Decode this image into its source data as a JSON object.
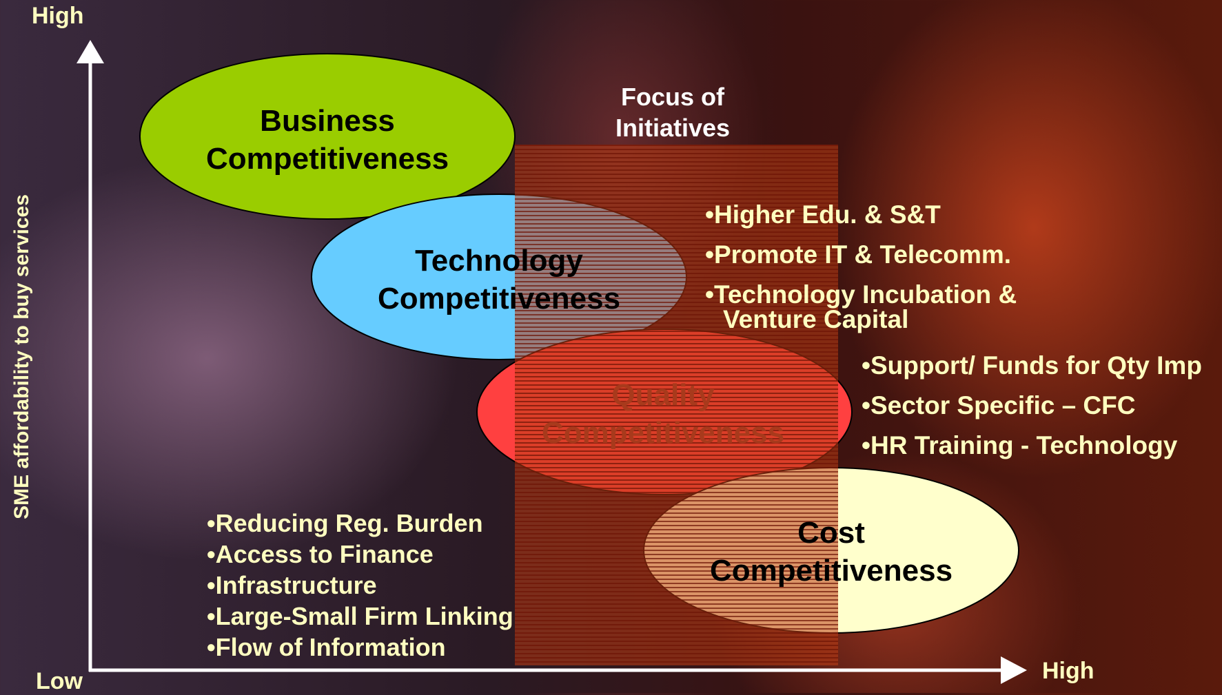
{
  "axes": {
    "y_high": "High",
    "y_low": "Low",
    "x_high": "High",
    "y_title": "SME affordability to buy services"
  },
  "ellipses": [
    {
      "line1": "Business",
      "line2": "Competitiveness",
      "color": "#9acd00"
    },
    {
      "line1": "Technology",
      "line2": "Competitiveness",
      "color": "#66ccff"
    },
    {
      "line1": "Quality",
      "line2": "Competitiveness",
      "color": "#ff4040"
    },
    {
      "line1": "Cost",
      "line2": "Competitiveness",
      "color": "#ffffcc"
    }
  ],
  "focus": {
    "line1": "Focus of",
    "line2": "Initiatives",
    "overlay_color": "#c04010"
  },
  "technology_bullets": [
    "Higher Edu. & S&T",
    "Promote IT & Telecomm.",
    "Technology Incubation &",
    "Venture Capital"
  ],
  "quality_bullets": [
    "Support/ Funds for Qty Imp",
    "Sector Specific – CFC",
    "HR Training - Technology"
  ],
  "business_bullets": [
    "Reducing Reg. Burden",
    "Access to Finance",
    "Infrastructure",
    "Large-Small Firm Linking",
    "Flow of Information"
  ]
}
